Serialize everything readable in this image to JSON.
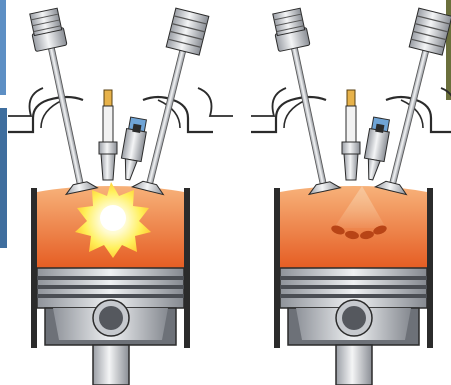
{
  "diagram": {
    "panels": [
      {
        "id": "left-engine",
        "combustion": "ignition-flash",
        "icons": [
          "intake-valve-icon",
          "exhaust-valve-icon",
          "spark-plug-icon",
          "fuel-injector-icon",
          "piston-icon",
          "connecting-rod-icon"
        ]
      },
      {
        "id": "right-engine",
        "combustion": "fuel-spray",
        "icons": [
          "intake-valve-icon",
          "exhaust-valve-icon",
          "spark-plug-icon",
          "fuel-injector-icon",
          "piston-icon",
          "connecting-rod-icon"
        ]
      }
    ],
    "colors": {
      "chamber_top": "#f39a55",
      "chamber_bottom": "#e4561c",
      "metal_light": "#e9eaec",
      "metal_dark": "#7c8087",
      "outline": "#2b2b2b",
      "flash_core": "#ffffff",
      "flash_glow": "#fff05a",
      "spark_plug_tip": "#e7b24a",
      "injector_blue": "#6fa4d6",
      "fuel_droplet": "#b84416"
    }
  }
}
